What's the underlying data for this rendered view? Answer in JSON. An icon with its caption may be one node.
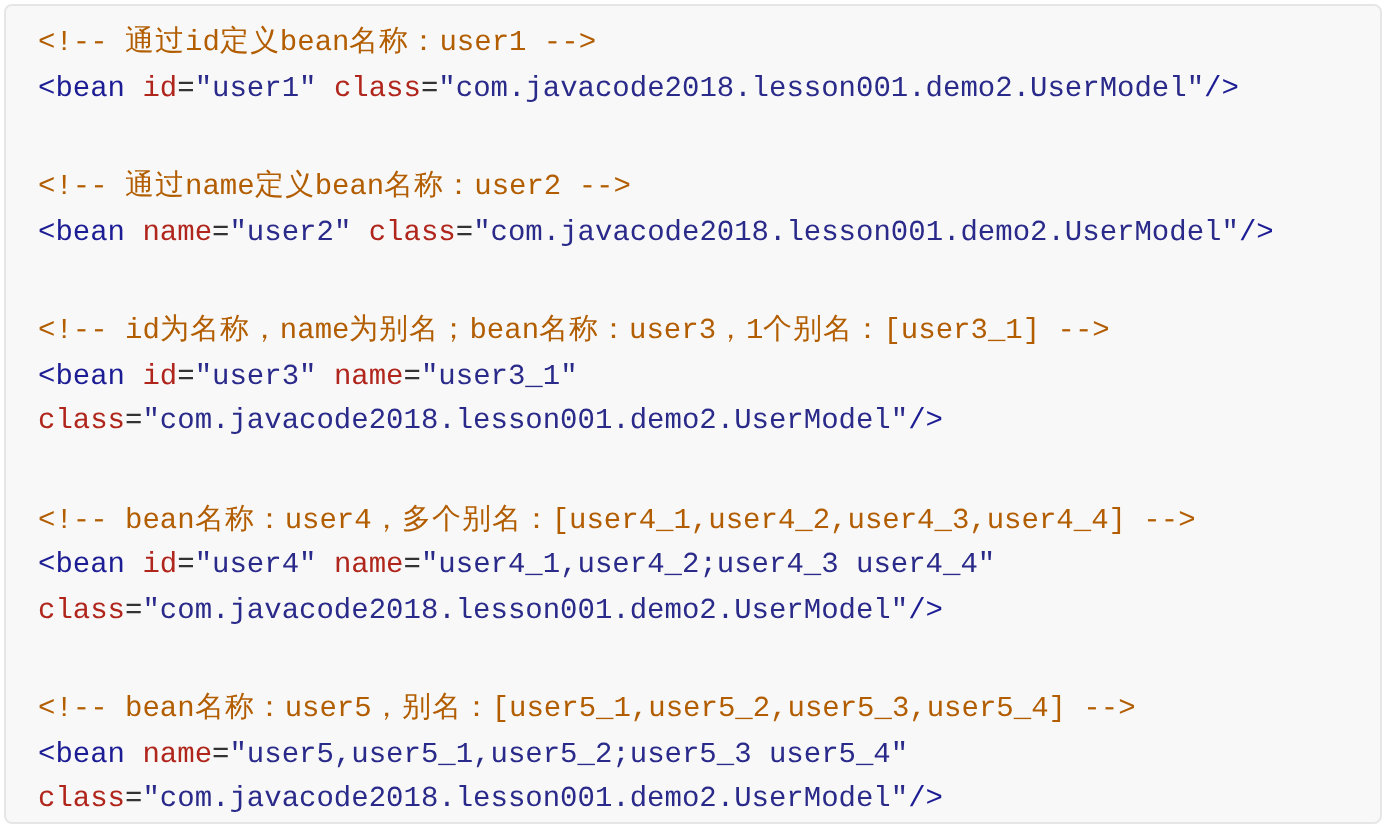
{
  "diagram": {
    "labels": [
      "<!-- 通过id定义bean名称：user1 -->",
      "<bean id=\"user1\" class=\"com.javacode2018.lesson001.demo2.UserModel\"/>",
      "<!-- 通过name定义bean名称：user2 -->",
      "<bean name=\"user2\" class=\"com.javacode2018.lesson001.demo2.UserModel\"/>",
      "<!-- id为名称，name为别名；bean名称：user3，1个别名：[user3_1] -->",
      "<bean id=\"user3\" name=\"user3_1\"",
      "class=\"com.javacode2018.lesson001.demo2.UserModel\"/>",
      "<!-- bean名称：user4，多个别名：[user4_1,user4_2,user4_3,user4_4] -->",
      "<bean id=\"user4\" name=\"user4_1,user4_2;user4_3 user4_4\"",
      "class=\"com.javacode2018.lesson001.demo2.UserModel\"/>",
      "<!-- bean名称：user5，别名：[user5_1,user5_2,user5_3,user5_4] -->",
      "<bean name=\"user5,user5_1,user5_2;user5_3 user5_4\"",
      "class=\"com.javacode2018.lesson001.demo2.UserModel\"/>"
    ]
  }
}
